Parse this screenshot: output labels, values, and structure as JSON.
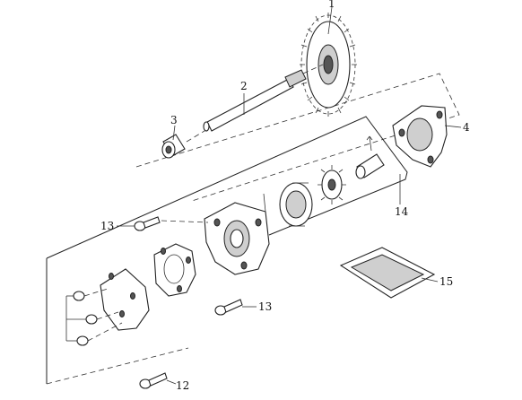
{
  "labels": {
    "l1": "1",
    "l2": "2",
    "l3": "3",
    "l4": "4",
    "l12": "12",
    "l13a": "13",
    "l13b": "13",
    "l14": "14",
    "l15": "15"
  }
}
